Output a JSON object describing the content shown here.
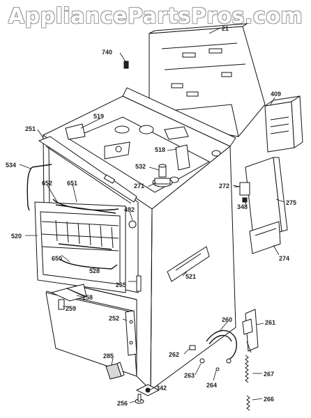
{
  "watermark": "AppliancePartsPros.com",
  "callouts": {
    "c21": "21",
    "c740": "740",
    "c409": "409",
    "c519": "519",
    "c251": "251",
    "c518": "518",
    "c534": "534",
    "c532": "532",
    "c652": "652",
    "c651": "651",
    "c271": "271",
    "c272": "272",
    "c275": "275",
    "c348": "348",
    "c482": "482",
    "c520": "520",
    "c650": "650",
    "c528": "528",
    "c521": "521",
    "c274": "274",
    "c265": "265",
    "c258": "258",
    "c259": "259",
    "c252": "252",
    "c260": "260",
    "c261": "261",
    "c285": "285",
    "c262": "262",
    "c263": "263",
    "c264": "264",
    "c342": "342",
    "c267": "267",
    "c256": "256",
    "c266": "266"
  }
}
